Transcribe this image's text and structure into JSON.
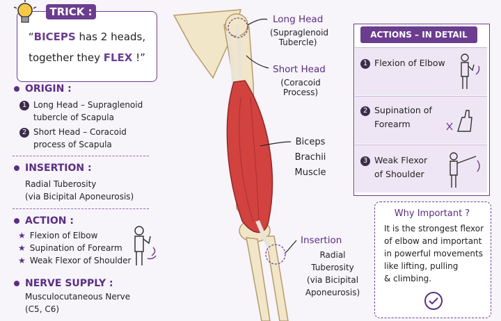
{
  "trick": {
    "tab": "TRICK :",
    "line1_prefix": "“",
    "line1_bold": "BICEPS",
    "line1_rest": " has 2 heads,",
    "line2_prefix": "together they ",
    "line2_bold": "FLEX",
    "line2_rest": " !”"
  },
  "origin": {
    "title": "ORIGIN :",
    "items": [
      {
        "num": "1",
        "line1": "Long Head – Supraglenoid",
        "line2": "tubercle of Scapula"
      },
      {
        "num": "2",
        "line1": "Short Head – Coracoid",
        "line2": "process of Scapula"
      }
    ]
  },
  "insertion": {
    "title": "INSERTION :",
    "line1": "Radial Tuberosity",
    "line2": "(via Bicipital Aponeurosis)"
  },
  "action": {
    "title": "ACTION :",
    "items": [
      "Flexion of Elbow",
      "Supination of Forearm",
      "Weak Flexor of Shoulder"
    ]
  },
  "nerve": {
    "title": "NERVE SUPPLY :",
    "line1": "Musculocutaneous Nerve",
    "line2": "(C5, C6)"
  },
  "diagram_labels": {
    "long_head": {
      "title": "Long Head",
      "line1": "(Supraglenoid",
      "line2": "Tubercle)"
    },
    "short_head": {
      "title": "Short Head",
      "line1": "(Coracoid",
      "line2": "Process)"
    },
    "muscle": {
      "line1": "Biceps",
      "line2": "Brachii",
      "line3": "Muscle"
    },
    "insertion": {
      "title": "Insertion",
      "line1": "Radial Tuberosity",
      "line2": "(via Bicipital",
      "line3": "Aponeurosis)"
    }
  },
  "actions_detail": {
    "title": "ACTIONS – IN DETAIL",
    "items": [
      {
        "num": "1",
        "line1": "Flexion of Elbow",
        "line2": ""
      },
      {
        "num": "2",
        "line1": "Supination of",
        "line2": "Forearm"
      },
      {
        "num": "3",
        "line1": "Weak Flexor",
        "line2": "of Shoulder"
      }
    ]
  },
  "why": {
    "title": "Why Important ?",
    "lines": [
      "It is the strongest flexor",
      "of elbow and important",
      "in powerful movements",
      "like lifting, pulling",
      "& climbing."
    ]
  },
  "colors": {
    "accent": "#6b3d8f",
    "muscle": "#d2423f",
    "bone": "#f1e6c8"
  },
  "icons": [
    "lightbulb-icon",
    "check-circle-icon",
    "person-flex-icon",
    "hand-rotate-icon",
    "arm-raise-icon"
  ]
}
